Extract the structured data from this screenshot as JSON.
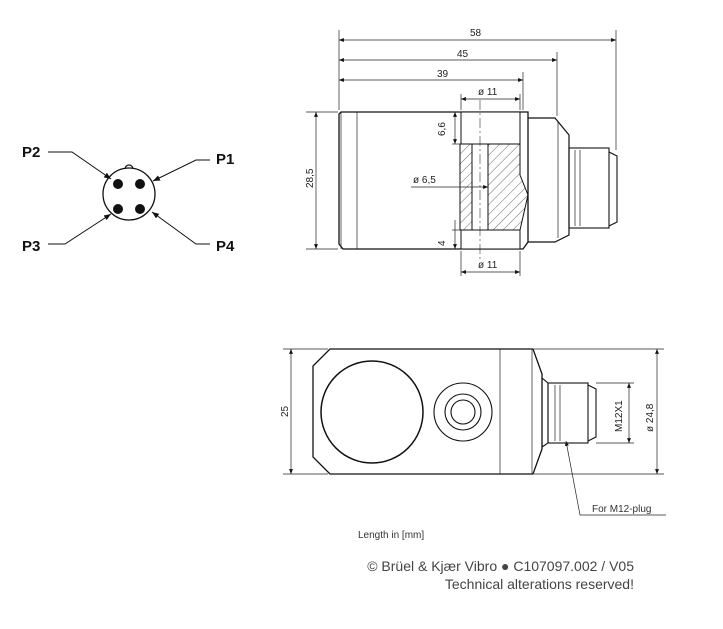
{
  "connector": {
    "pins": [
      "P1",
      "P2",
      "P3",
      "P4"
    ]
  },
  "top_view": {
    "dim_overall": "58",
    "dim_mid": "45",
    "dim_inner": "39",
    "dim_bore_top": "ø 11",
    "dim_bore_bottom": "ø 11",
    "dim_through": "ø 6,5",
    "dim_counterbore": "6,6",
    "dim_bottom_step": "4",
    "dim_height": "28,5"
  },
  "side_view": {
    "dim_height": "25",
    "dim_thread": "M12X1",
    "dim_diameter": "ø 24,8",
    "callout": "For M12-plug"
  },
  "units_note": "Length in [mm]",
  "footer": {
    "copyright": "© Brüel & Kjær Vibro ● C107097.002 / V05",
    "disclaimer": "Technical alterations reserved!"
  }
}
